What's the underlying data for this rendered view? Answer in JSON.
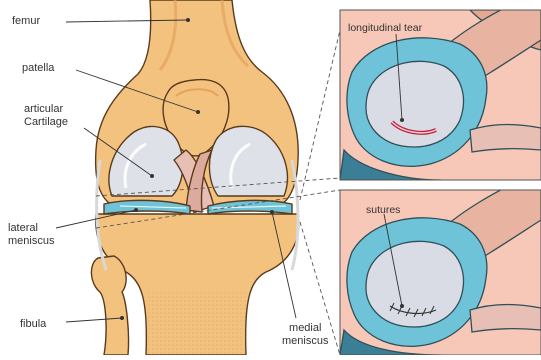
{
  "diagram": {
    "labels": {
      "femur": "femur",
      "patella": "patella",
      "articular_cartilage": "articular\nCartilage",
      "lateral_meniscus": "lateral\nmeniscus",
      "fibula": "fibula",
      "medial_meniscus": "medial\nmeniscus"
    },
    "insets": [
      {
        "title": "longitudinal  tear"
      },
      {
        "title": "sutures"
      }
    ]
  },
  "colors": {
    "bone": "#f4c27f",
    "bone_shadow": "#e3a35d",
    "outline": "#5a3a1c",
    "cartilage": "#dfe1e8",
    "meniscus": "#6fc3d8",
    "ligament": "#e8bfb4",
    "tear": "#c0223f"
  }
}
